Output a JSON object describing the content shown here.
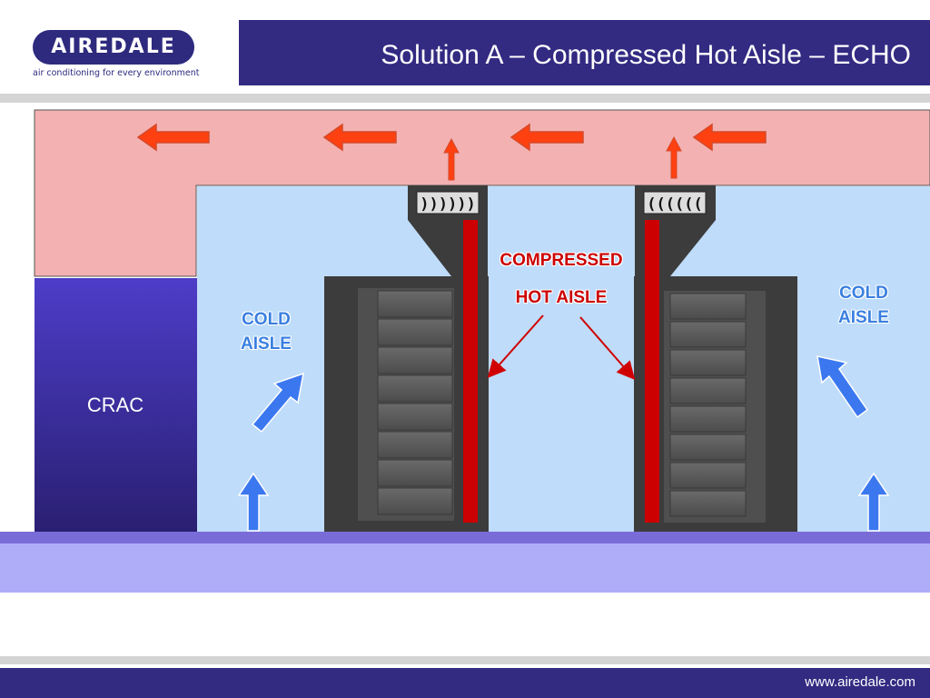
{
  "logo": {
    "name": "AIREDALE",
    "tagline": "air conditioning for every environment"
  },
  "title": "Solution A – Compressed Hot Aisle – ECHO",
  "diagram": {
    "crac_label": "CRAC",
    "cold_aisle_left": [
      "COLD",
      "AISLE"
    ],
    "cold_aisle_right": [
      "COLD",
      "AISLE"
    ],
    "hot_aisle_label": [
      "COMPRESSED",
      "HOT AISLE"
    ],
    "fan_left": "))))))",
    "fan_right": "((((((",
    "colors": {
      "ceiling_plenum": "#f3b1b2",
      "room": "#bfdcfa",
      "crac": "#3c2f9e",
      "raised_floor": "#b0adf8",
      "rack": "#3c3c3c",
      "hot_chimney": "#cc0000",
      "hot_arrow": "#ff4010",
      "cold_arrow": "#3b78f0"
    }
  },
  "footer": {
    "url": "www.airedale.com"
  }
}
